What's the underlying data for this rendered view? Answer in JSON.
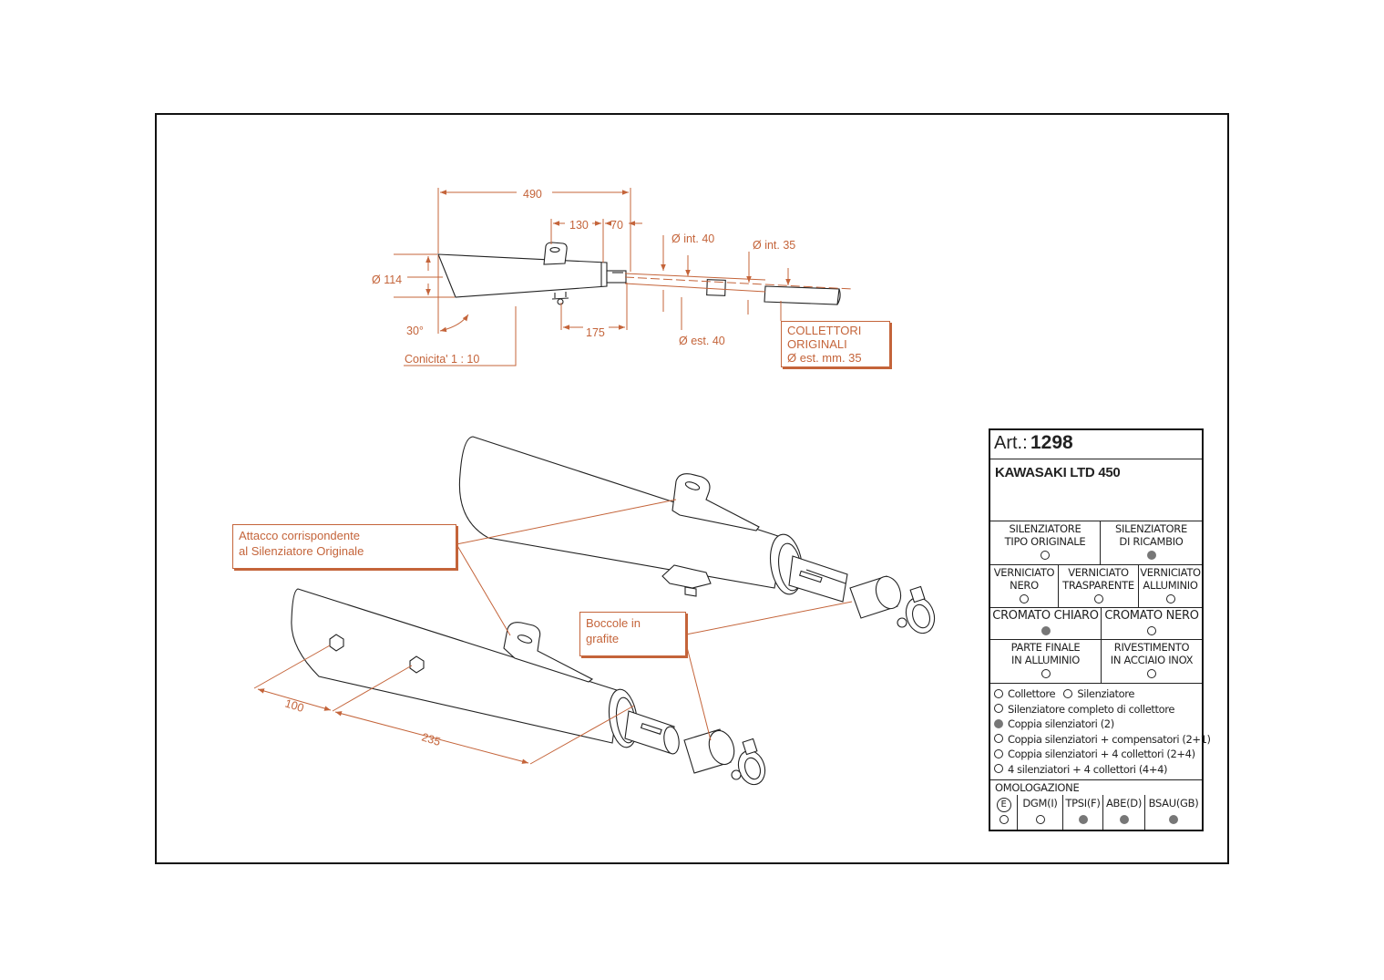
{
  "dims": {
    "d490": "490",
    "d130": "130",
    "d70": "70",
    "d114": "Ø 114",
    "d30": "30°",
    "d175": "175",
    "conicita": "Conicita' 1 : 10",
    "int40": "Ø int. 40",
    "int35": "Ø int. 35",
    "est40": "Ø est. 40",
    "d100": "100",
    "d235": "235"
  },
  "callouts": {
    "collettori": [
      "COLLETTORI",
      "ORIGINALI",
      "Ø est. mm. 35"
    ],
    "attacco": [
      "Attacco corrispondente",
      "al Silenziatore Originale"
    ],
    "boccole": [
      "Boccole in",
      "grafite"
    ]
  },
  "spec": {
    "art_label": "Art.:",
    "art_number": "1298",
    "model": "KAWASAKI LTD 450",
    "type_options": [
      {
        "label": [
          "SILENZIATORE",
          "TIPO ORIGINALE"
        ],
        "selected": false
      },
      {
        "label": [
          "SILENZIATORE",
          "DI RICAMBIO"
        ],
        "selected": true
      }
    ],
    "paint_options": [
      {
        "label": [
          "VERNICIATO",
          "NERO"
        ],
        "selected": false
      },
      {
        "label": [
          "VERNICIATO",
          "TRASPARENTE"
        ],
        "selected": false
      },
      {
        "label": [
          "VERNICIATO",
          "ALLUMINIO"
        ],
        "selected": false
      }
    ],
    "chrome_options": [
      {
        "label": [
          "CROMATO CHIARO"
        ],
        "selected": true
      },
      {
        "label": [
          "CROMATO NERO"
        ],
        "selected": false
      }
    ],
    "finish_options": [
      {
        "label": [
          "PARTE FINALE",
          "IN ALLUMINIO"
        ],
        "selected": false
      },
      {
        "label": [
          "RIVESTIMENTO",
          "IN ACCIAIO INOX"
        ],
        "selected": false
      }
    ],
    "kit_options": [
      {
        "label": "Collettore",
        "selected": false
      },
      {
        "label": "Silenziatore",
        "selected": false
      },
      {
        "label": "Silenziatore completo di collettore",
        "selected": false
      },
      {
        "label": "Coppia silenziatori (2)",
        "selected": true
      },
      {
        "label": "Coppia silenziatori + compensatori (2+1)",
        "selected": false
      },
      {
        "label": "Coppia silenziatori + 4 collettori (2+4)",
        "selected": false
      },
      {
        "label": "4 silenziatori + 4 collettori (4+4)",
        "selected": false
      }
    ],
    "omologazione_title": "OMOLOGAZIONE",
    "homologations": [
      {
        "label": "E",
        "selected": false
      },
      {
        "label": "DGM(I)",
        "selected": false
      },
      {
        "label": "TPSI(F)",
        "selected": true
      },
      {
        "label": "ABE(D)",
        "selected": true
      },
      {
        "label": "BSAU(GB)",
        "selected": true
      }
    ]
  }
}
